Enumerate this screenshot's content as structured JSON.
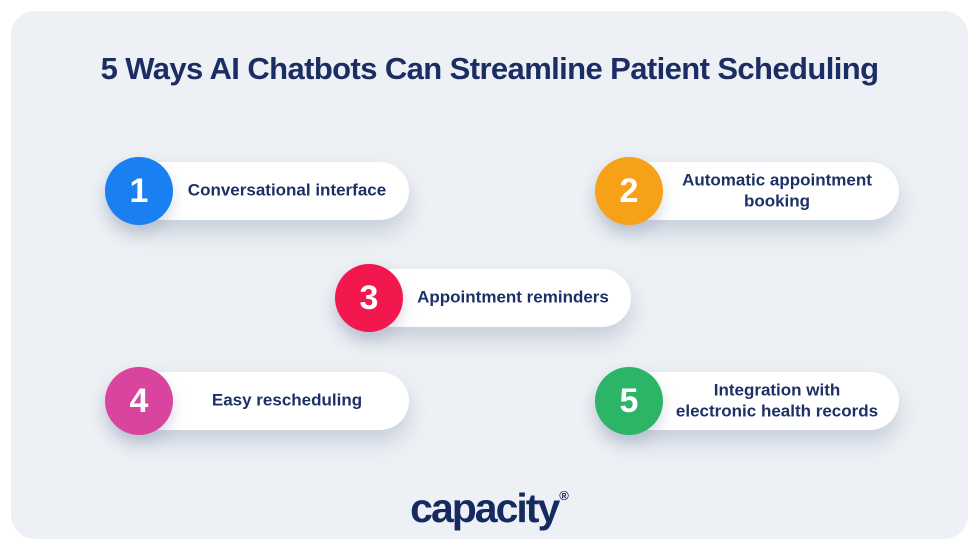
{
  "title": "5 Ways AI Chatbots Can Streamline Patient Scheduling",
  "items": [
    {
      "number": "1",
      "label": "Conversational interface",
      "color": "#1a7ff0"
    },
    {
      "number": "2",
      "label": "Automatic appointment\nbooking",
      "color": "#f7a119"
    },
    {
      "number": "3",
      "label": "Appointment reminders",
      "color": "#f2174d"
    },
    {
      "number": "4",
      "label": "Easy rescheduling",
      "color": "#d9459e"
    },
    {
      "number": "5",
      "label": "Integration with\nelectronic health records",
      "color": "#2cb567"
    }
  ],
  "logo": {
    "text": "capacity",
    "registered": "®"
  },
  "colors": {
    "panel_background": "#edf0f4",
    "page_background": "#ffffff",
    "title_text": "#1b2d63",
    "pill_text": "#1d3166",
    "pill_background": "#ffffff"
  }
}
